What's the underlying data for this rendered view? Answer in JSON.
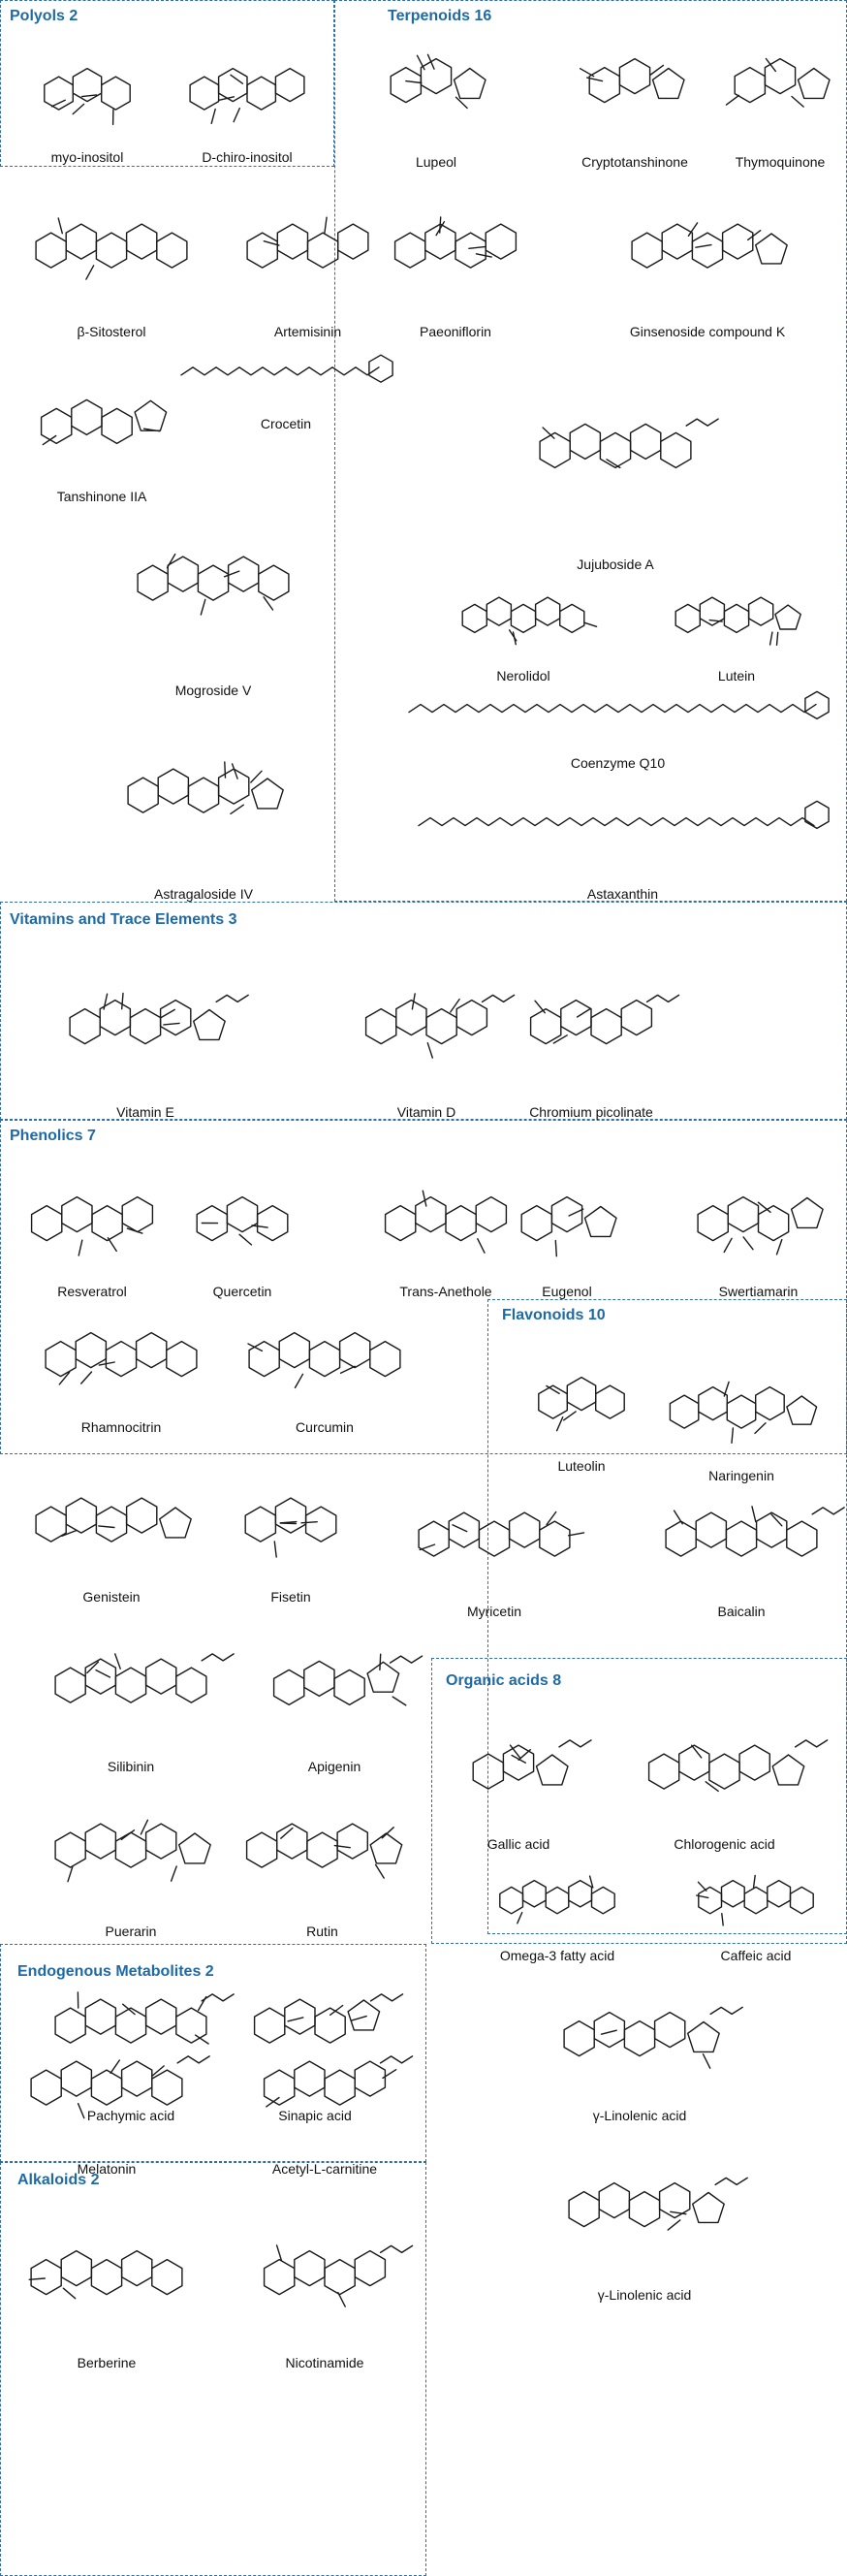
{
  "colors": {
    "accent": "#1f6aa5",
    "border": "#2e6fa8",
    "text": "#111111"
  },
  "groups": [
    {
      "title": "Polyols 2",
      "compounds": [
        "myo-inositol",
        "D-chiro-inositol"
      ]
    },
    {
      "title": "Terpenoids 16",
      "compounds": [
        "Lupeol",
        "Cryptotanshinone",
        "Thymoquinone",
        "β-Sitosterol",
        "Artemisinin",
        "Paeoniflorin",
        "Ginsenoside compound K",
        "Crocetin",
        "Tanshinone IIA",
        "Jujuboside A",
        "Mogroside V",
        "Nerolidol",
        "Lutein",
        "Coenzyme Q10",
        "Astragaloside IV",
        "Astaxanthin"
      ]
    },
    {
      "title": "Vitamins and Trace Elements 3",
      "compounds": [
        "Vitamin E",
        "Vitamin D",
        "Chromium picolinate"
      ]
    },
    {
      "title": "Phenolics 7",
      "compounds": [
        "Resveratrol",
        "Quercetin",
        "Trans-Anethole",
        "Eugenol",
        "Swertiamarin",
        "Rhamnocitrin",
        "Curcumin"
      ]
    },
    {
      "title": "Flavonoids 10",
      "compounds": [
        "Luteolin",
        "Naringenin",
        "Genistein",
        "Fisetin",
        "Myricetin",
        "Baicalin",
        "Silibinin",
        "Apigenin",
        "Puerarin",
        "Rutin"
      ]
    },
    {
      "title": "Organic acids 8",
      "compounds": [
        "Gallic acid",
        "Chlorogenic acid",
        "Omega-3 fatty acid",
        "Caffeic acid",
        "Pachymic acid",
        "Sinapic acid",
        "γ-Linolenic acid",
        "γ-Linolenic acid"
      ]
    },
    {
      "title": "Endogenous Metabolites 2",
      "compounds": [
        "Melatonin",
        "Acetyl-L-carnitine"
      ]
    },
    {
      "title": "Alkaloids 2",
      "compounds": [
        "Berberine",
        "Nicotinamide"
      ]
    }
  ]
}
